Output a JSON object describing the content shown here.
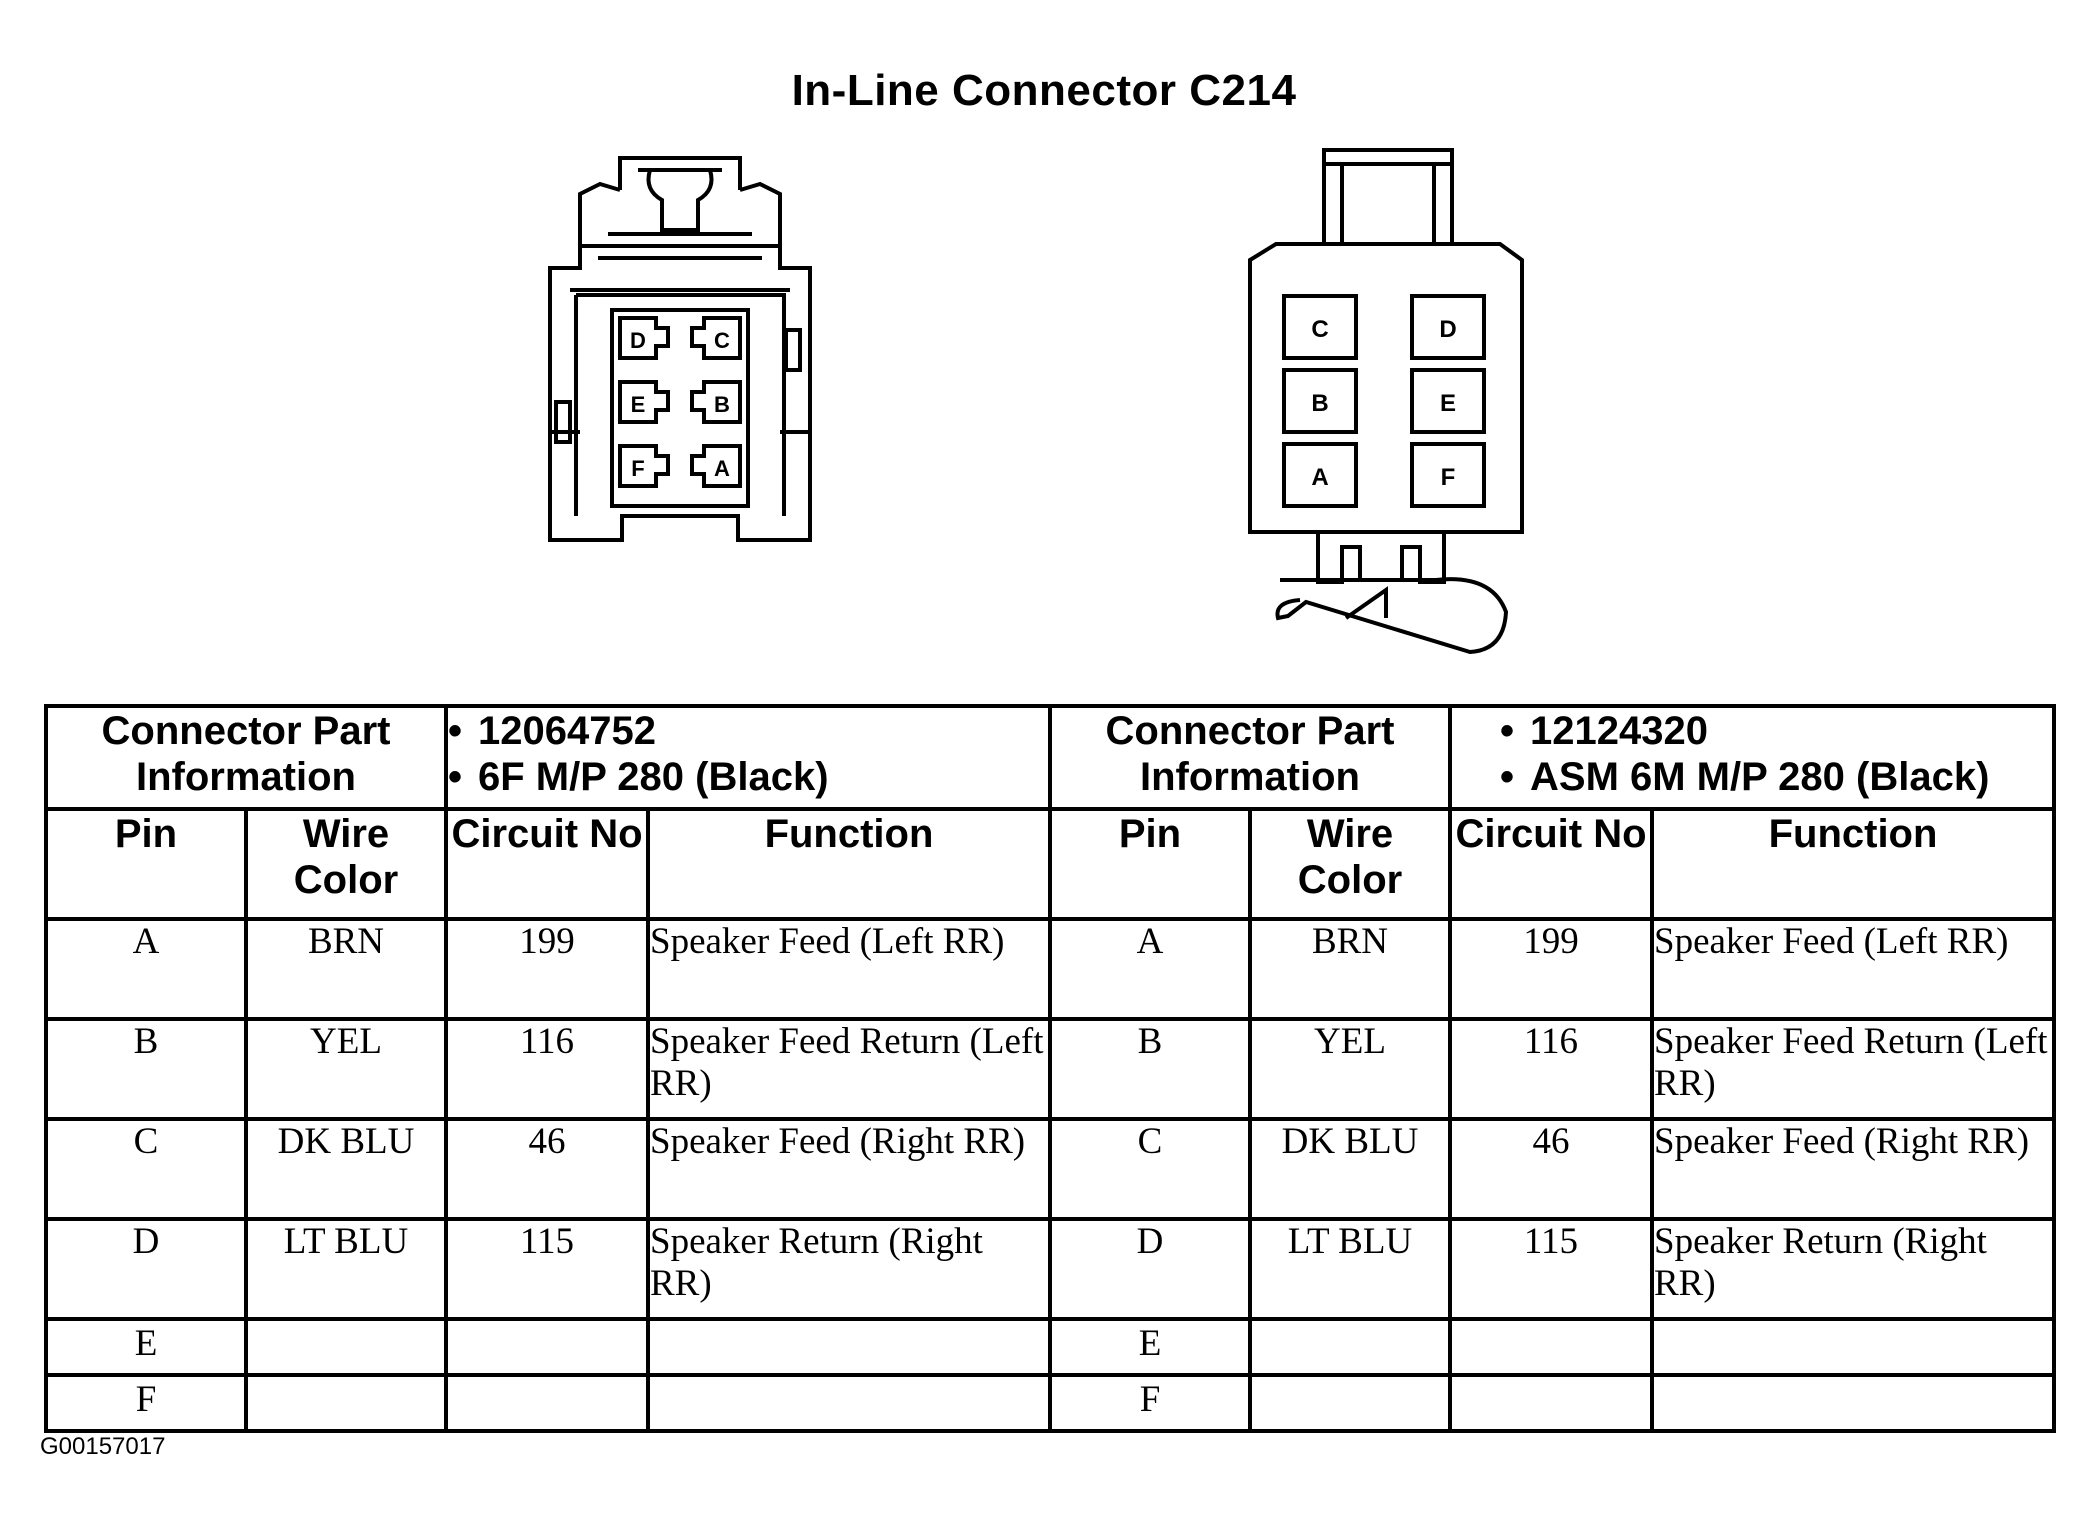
{
  "title": "In-Line Connector C214",
  "figure_code": "G00157017",
  "left_connector": {
    "cavities": [
      "D",
      "C",
      "E",
      "B",
      "F",
      "A"
    ]
  },
  "right_connector": {
    "cavities": [
      "C",
      "D",
      "B",
      "E",
      "A",
      "F"
    ]
  },
  "table": {
    "info_label": "Connector Part Information",
    "left_parts": [
      "12064752",
      "6F M/P 280 (Black)"
    ],
    "right_parts": [
      "12124320",
      "ASM 6M M/P 280 (Black)"
    ],
    "bullet": "•",
    "headers": [
      "Pin",
      "Wire Color",
      "Circuit No",
      "Function"
    ],
    "left_rows": [
      {
        "pin": "A",
        "wire": "BRN",
        "circuit": "199",
        "function": "Speaker Feed (Left RR)"
      },
      {
        "pin": "B",
        "wire": "YEL",
        "circuit": "116",
        "function": "Speaker Feed Return (Left RR)"
      },
      {
        "pin": "C",
        "wire": "DK BLU",
        "circuit": "46",
        "function": "Speaker Feed (Right RR)"
      },
      {
        "pin": "D",
        "wire": "LT BLU",
        "circuit": "115",
        "function": "Speaker Return (Right RR)"
      },
      {
        "pin": "E",
        "wire": "",
        "circuit": "",
        "function": ""
      },
      {
        "pin": "F",
        "wire": "",
        "circuit": "",
        "function": ""
      }
    ],
    "right_rows": [
      {
        "pin": "A",
        "wire": "BRN",
        "circuit": "199",
        "function": "Speaker Feed (Left RR)"
      },
      {
        "pin": "B",
        "wire": "YEL",
        "circuit": "116",
        "function": "Speaker Feed Return (Left RR)"
      },
      {
        "pin": "C",
        "wire": "DK BLU",
        "circuit": "46",
        "function": "Speaker Feed (Right RR)"
      },
      {
        "pin": "D",
        "wire": "LT BLU",
        "circuit": "115",
        "function": "Speaker Return (Right RR)"
      },
      {
        "pin": "E",
        "wire": "",
        "circuit": "",
        "function": ""
      },
      {
        "pin": "F",
        "wire": "",
        "circuit": "",
        "function": ""
      }
    ]
  }
}
